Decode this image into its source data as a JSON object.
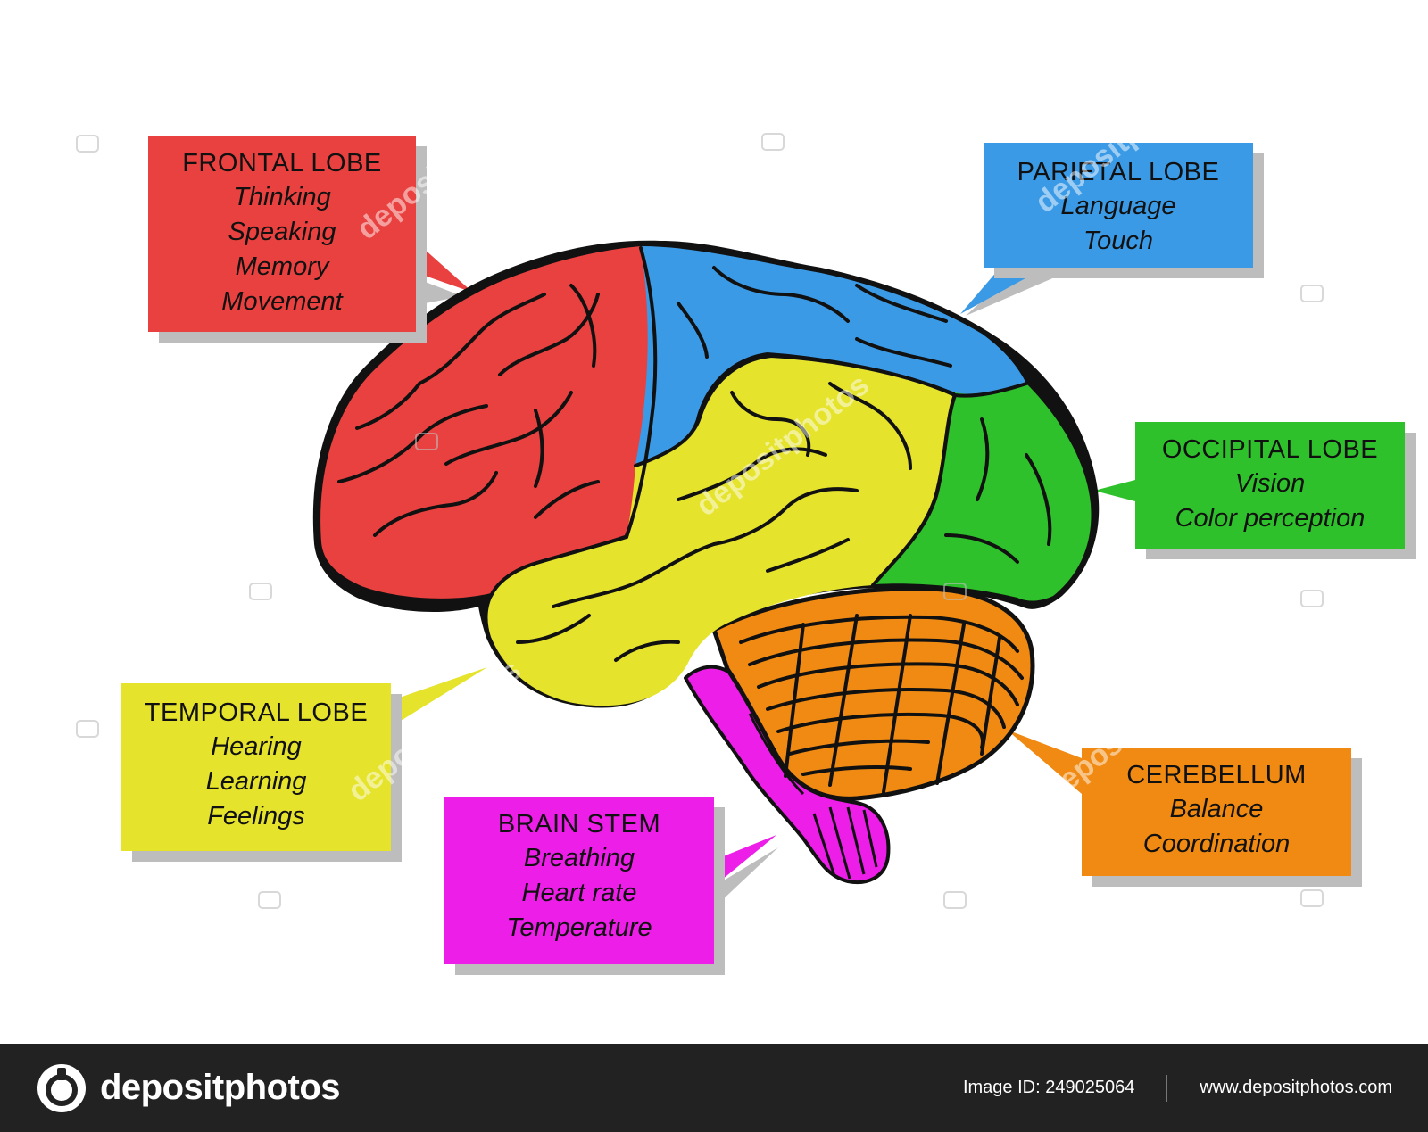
{
  "colors": {
    "frontal": "#e8413f",
    "parietal": "#3b9ae6",
    "temporal": "#e5e32c",
    "occipital": "#2fc12c",
    "cerebellum": "#f08a12",
    "brainstem": "#ec1ee7",
    "outline": "#111111",
    "footer": "#222222"
  },
  "labels": {
    "frontal": {
      "title": "FRONTAL LOBE",
      "lines": [
        "Thinking",
        "Speaking",
        "Memory",
        "Movement"
      ]
    },
    "parietal": {
      "title": "PARIETAL LOBE",
      "lines": [
        "Language",
        "Touch"
      ]
    },
    "occipital": {
      "title": "OCCIPITAL LOBE",
      "lines": [
        "Vision",
        "Color perception"
      ]
    },
    "temporal": {
      "title": "TEMPORAL LOBE",
      "lines": [
        "Hearing",
        "Learning",
        "Feelings"
      ]
    },
    "brainstem": {
      "title": "BRAIN STEM",
      "lines": [
        "Breathing",
        "Heart rate",
        "Temperature"
      ]
    },
    "cerebellum": {
      "title": "CEREBELLUM",
      "lines": [
        "Balance",
        "Coordination"
      ]
    }
  },
  "footer": {
    "brand": "depositphotos",
    "image_id": "Image ID: 249025064",
    "website": "www.depositphotos.com"
  },
  "watermark": "depositphotos"
}
